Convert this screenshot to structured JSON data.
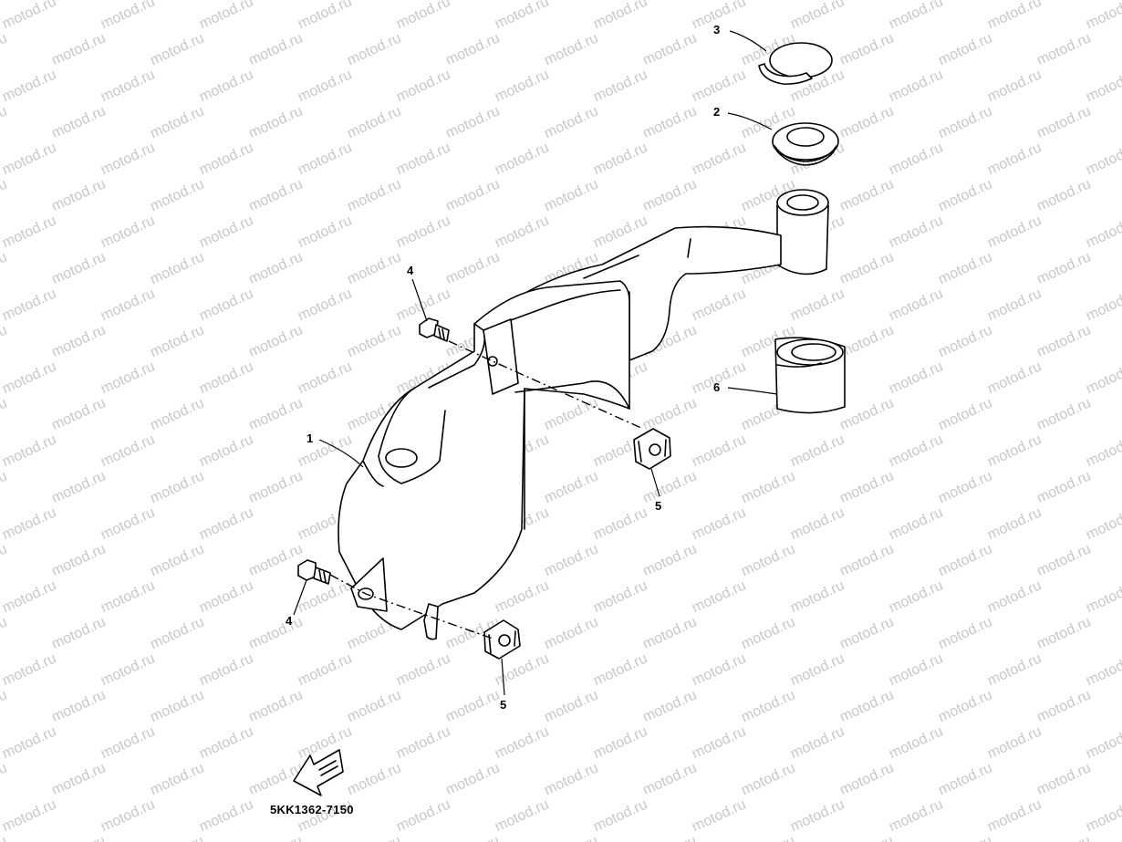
{
  "watermark": {
    "text": "motod.ru"
  },
  "diagram": {
    "part_code": "5KK1362-7150",
    "callouts": [
      {
        "id": "callout-1",
        "label": "1"
      },
      {
        "id": "callout-2",
        "label": "2"
      },
      {
        "id": "callout-3",
        "label": "3"
      },
      {
        "id": "callout-4-top",
        "label": "4"
      },
      {
        "id": "callout-4-bottom",
        "label": "4"
      },
      {
        "id": "callout-5-top",
        "label": "5"
      },
      {
        "id": "callout-5-bottom",
        "label": "5"
      },
      {
        "id": "callout-6",
        "label": "6"
      }
    ],
    "icons": {
      "front_arrow": "front-direction-arrow-icon"
    },
    "colors": {
      "line": "#000000",
      "watermark": "#c8c8c8",
      "background": "#ffffff"
    }
  }
}
